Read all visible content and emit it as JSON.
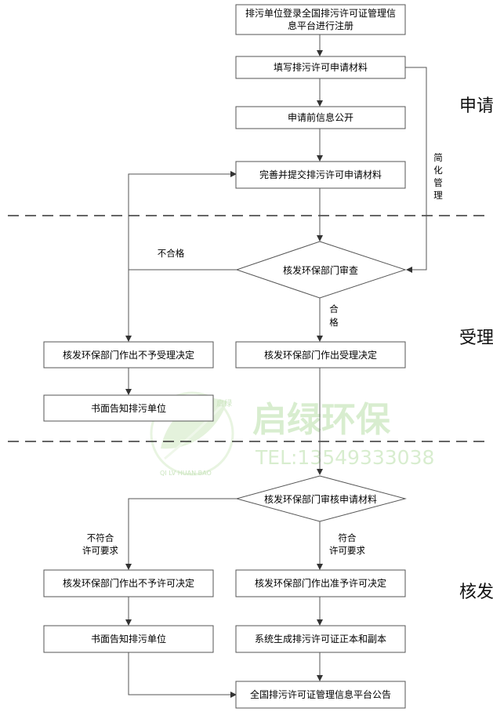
{
  "sections": {
    "apply": "申请",
    "accept": "受理",
    "issue": "核发"
  },
  "nodes": {
    "register_l1": "排污单位登录全国排污许可证管理信",
    "register_l2": "息平台进行注册",
    "fill_materials": "填写排污许可申请材料",
    "pre_disclosure": "申请前信息公开",
    "submit_materials": "完善并提交排污许可申请材料",
    "review": "核发环保部门审查",
    "reject_decision": "核发环保部门作出不予受理决定",
    "notify_1": "书面告知排污单位",
    "accept_decision": "核发环保部门作出受理决定",
    "audit_materials": "核发环保部门审核申请材料",
    "deny_permit": "核发环保部门作出不予许可决定",
    "grant_permit": "核发环保部门作出准予许可决定",
    "notify_2": "书面告知排污单位",
    "generate_permit": "系统生成排污许可证正本和副本",
    "announce": "全国排污许可证管理信息平台公告"
  },
  "labels": {
    "simplified": [
      "简",
      "化",
      "管",
      "理"
    ],
    "unqualified": "不合格",
    "qualified": [
      "合",
      "格"
    ],
    "noncompliant": [
      "不符合",
      "许可要求"
    ],
    "compliant": [
      "符合",
      "许可要求"
    ]
  },
  "watermark": {
    "brand": "启绿环保",
    "phone": "TEL:13549333038",
    "logo_en": "QI LV HUAN BAO",
    "logo_cn": "启绿"
  },
  "colors": {
    "line": "#555555",
    "watermark": "#b9dfa8"
  }
}
